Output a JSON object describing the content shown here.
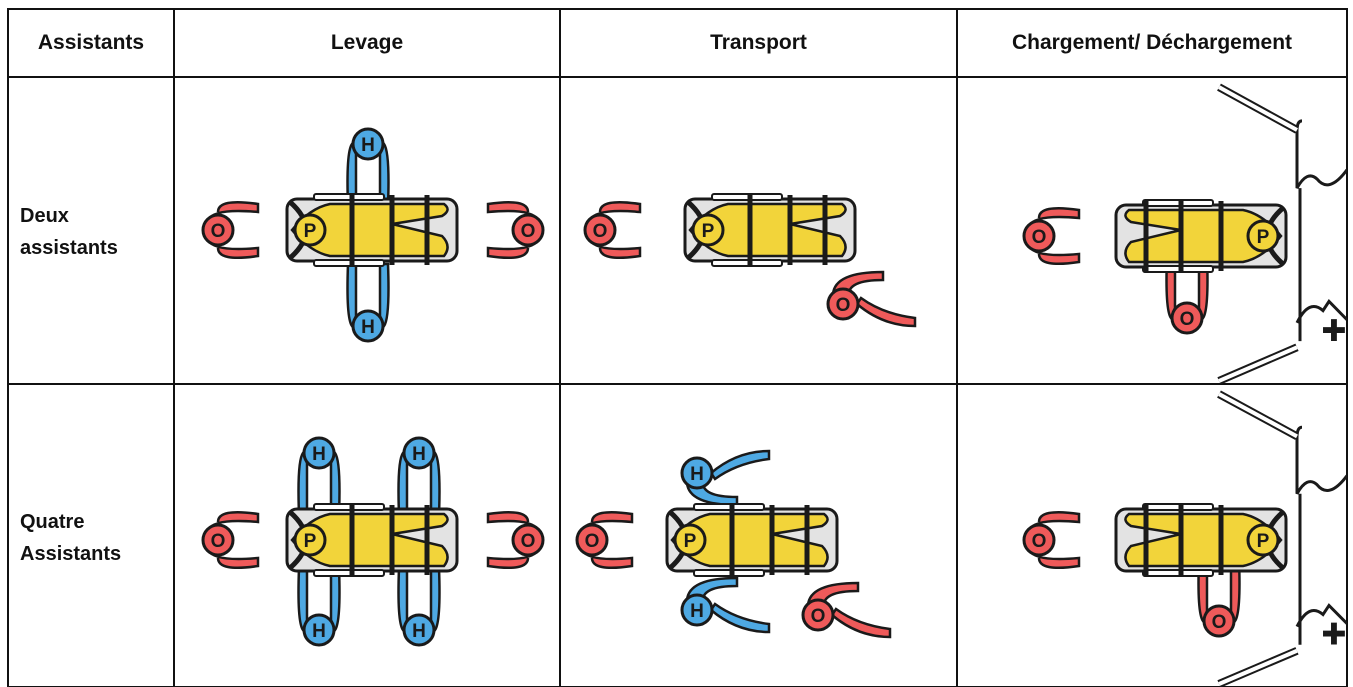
{
  "headers": {
    "col0": "Assistants",
    "col1": "Levage",
    "col2": "Transport",
    "col3": "Chargement/ Déchargement"
  },
  "rows": [
    {
      "label_line1": "Deux",
      "label_line2": "assistants"
    },
    {
      "label_line1": "Quatre",
      "label_line2": "Assistants"
    }
  ],
  "markers": {
    "patient": "P",
    "helper": "H",
    "operator": "O",
    "ambulance_symbol": "✚"
  },
  "colors": {
    "helper_blue": "#4ea9e3",
    "operator_red": "#ef5a5a",
    "patient_yellow": "#f2d43a",
    "stretcher_gray": "#e3e3e3",
    "border": "#1a1a1a"
  }
}
